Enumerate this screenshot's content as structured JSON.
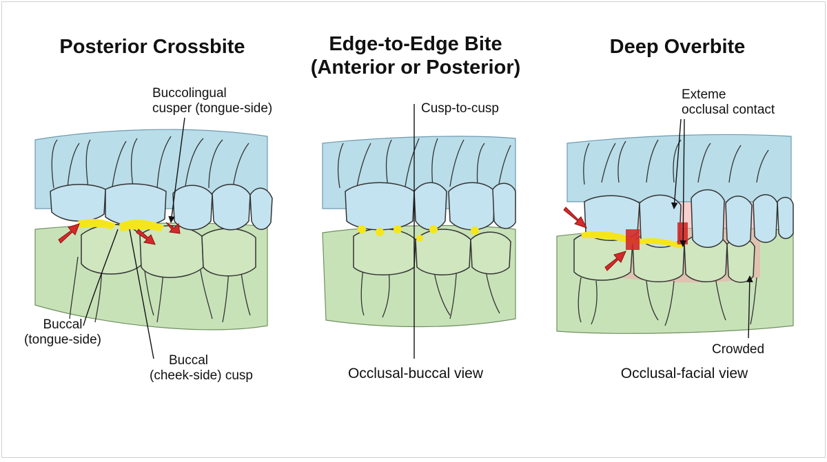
{
  "panels": [
    {
      "title": "Posterior Crossbite",
      "labels": {
        "buccolingual_line1": "Buccolingual",
        "buccolingual_line2": "cusper (tongue-side)",
        "buccal_tongue_line1": "Buccal",
        "buccal_tongue_line2": "(tongue-side)",
        "buccal_cheek_line1": "Buccal",
        "buccal_cheek_line2": "(cheek-side) cusp"
      }
    },
    {
      "title_line1": "Edge-to-Edge Bite",
      "title_line2": "(Anterior or Posterior)",
      "labels": {
        "cusp": "Cusp-to-cusp"
      },
      "view": "Occlusal-buccal view"
    },
    {
      "title": "Deep Overbite",
      "labels": {
        "contact_line1": "Exteme",
        "contact_line2": "occlusal contact",
        "crowded": "Crowded"
      },
      "view": "Occlusal-facial view"
    }
  ],
  "colors": {
    "upper_jaw": "#b9dde9",
    "upper_tooth": "#c4e3f0",
    "lower_jaw": "#c8e2b8",
    "lower_tooth": "#cfe6bf",
    "contact": "#f5e61c",
    "arrow": "#d42a2a",
    "overlap": "#f3a8a8"
  }
}
